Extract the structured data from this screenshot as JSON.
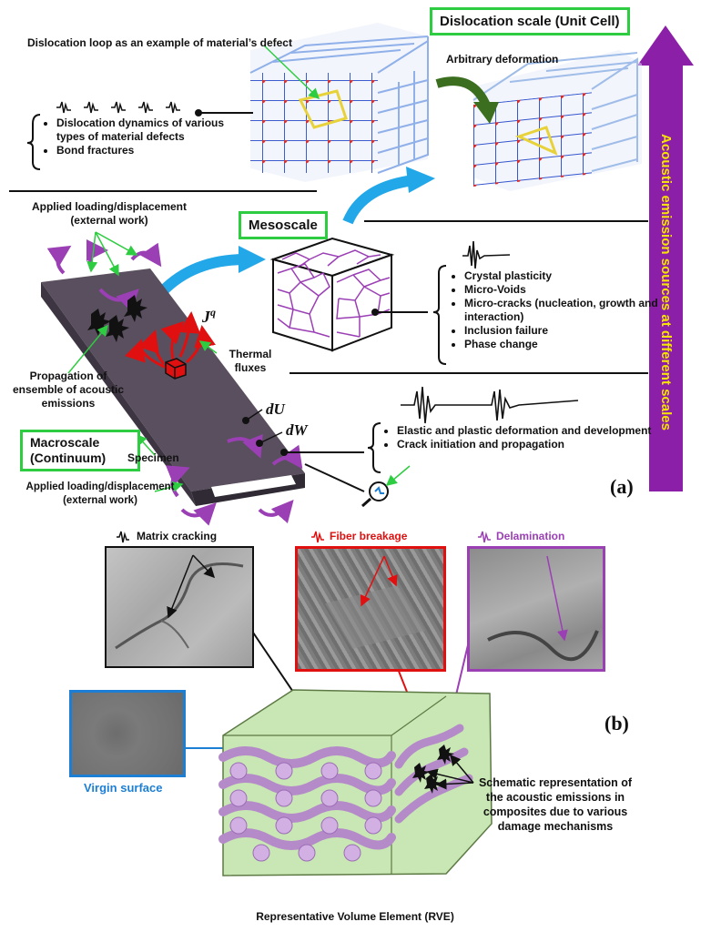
{
  "panel_a": {
    "label": "(a)",
    "dislocation_scale_title": "Dislocation scale (Unit Cell)",
    "dislocation_loop_label": "Dislocation loop as an example of material’s defect",
    "arbitrary_deformation_label": "Arbitrary deformation",
    "dislocation_bullets": [
      "Dislocation dynamics of various types of material defects",
      "Bond fractures"
    ],
    "applied_loading_top": "Applied loading/displacement (external work)",
    "mesoscale_title": "Mesoscale",
    "meso_bullets": [
      "Crystal plasticity",
      "Micro-Voids",
      "Micro-cracks (nucleation, growth and interaction)",
      "Inclusion failure",
      "Phase change"
    ],
    "heat_flux_symbol": "J",
    "heat_flux_sup": "q",
    "thermal_fluxes_label": "Thermal fluxes",
    "propagation_label": "Propagation of ensemble of acoustic emissions",
    "dU_label": "dU",
    "dW_label": "dW",
    "macroscale_title": "Macroscale (Continuum)",
    "specimen_label": "Specimen",
    "macro_bullets": [
      "Elastic and plastic deformation and development",
      "Crack initiation and propagation"
    ],
    "applied_loading_bottom": "Applied loading/displacement (external work)",
    "vertical_arrow_label": "Acoustic emission sources at different scales"
  },
  "panel_b": {
    "label": "(b)",
    "matrix_cracking": "Matrix cracking",
    "fiber_breakage": "Fiber breakage",
    "delamination": "Delamination",
    "virgin_surface": "Virgin surface",
    "schematic_label": "Schematic representation of the acoustic emissions in composites due to various damage mechanisms",
    "rve_label": "Representative Volume Element (RVE)"
  },
  "colors": {
    "green_box": "#2ecc40",
    "purple_arrow": "#8b1fa8",
    "arrow_text": "#f5e400",
    "blue_arrow": "#22a7e8",
    "red": "#e01010",
    "purple": "#9b3fb5",
    "blue_frame": "#1c7fd4",
    "rve_green": "#c9e7b4"
  }
}
